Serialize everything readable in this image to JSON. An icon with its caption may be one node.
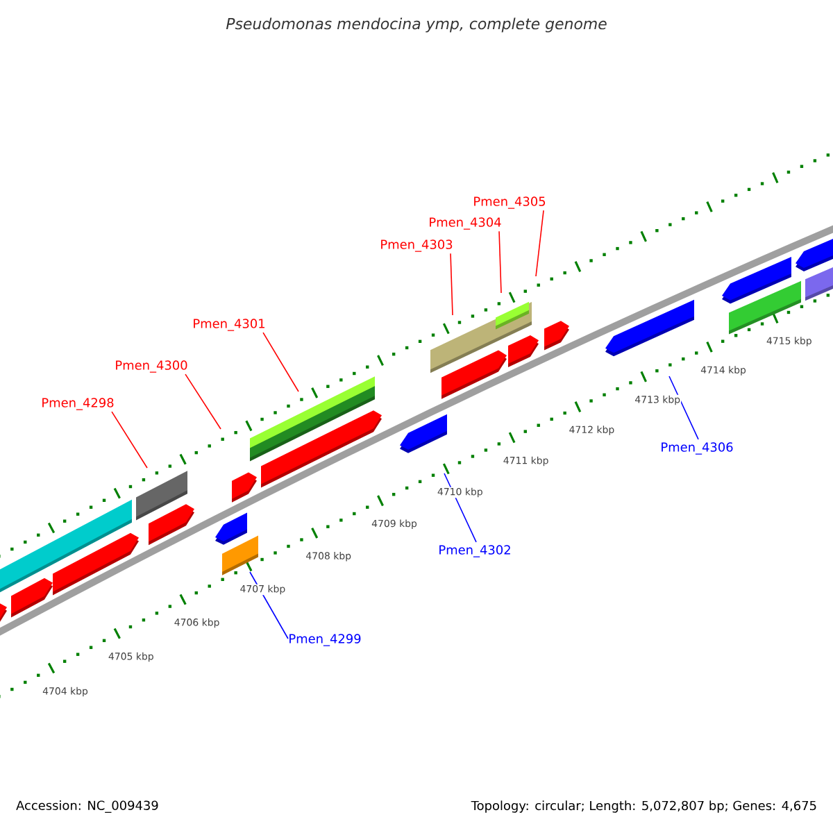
{
  "diagram": {
    "title": "Pseudomonas mendocina ymp, complete genome",
    "nodes": [
      {
        "text": [
          "Pmen_4305"
        ]
      },
      {
        "text": [
          "Pmen_4304"
        ]
      },
      {
        "text": [
          "Pmen_4303"
        ]
      },
      {
        "text": [
          "Pmen_4301"
        ]
      },
      {
        "text": [
          "Pmen_4300"
        ]
      },
      {
        "text": [
          "Pmen_4298"
        ]
      },
      {
        "text": [
          "Pmen_4306"
        ]
      },
      {
        "text": [
          "Pmen_4302"
        ]
      },
      {
        "text": [
          "Pmen_4299"
        ]
      }
    ],
    "edges": [
      {
        "from": 0,
        "to": null,
        "arrow": "none"
      },
      {
        "from": 1,
        "to": null,
        "arrow": "none"
      },
      {
        "from": 2,
        "to": null,
        "arrow": "none"
      },
      {
        "from": 3,
        "to": null,
        "arrow": "none"
      },
      {
        "from": 4,
        "to": null,
        "arrow": "none"
      },
      {
        "from": 5,
        "to": null,
        "arrow": "none"
      },
      {
        "from": 6,
        "to": null,
        "arrow": "none",
        "color": "#0000ff"
      },
      {
        "from": 7,
        "to": null,
        "arrow": "none",
        "color": "#0000ff"
      },
      {
        "from": 8,
        "to": null,
        "arrow": "none",
        "color": "#0000ff"
      }
    ],
    "labels": [
      "4704 kbp",
      "4705 kbp",
      "4706 kbp",
      "4707 kbp",
      "4708 kbp",
      "4709 kbp",
      "4710 kbp",
      "4711 kbp",
      "4712 kbp",
      "4713 kbp",
      "4714 kbp",
      "4715 kbp",
      "Accession: NC_009439",
      "Topology: circular; Length: 5,072,807 bp; Genes: 4,675"
    ]
  }
}
